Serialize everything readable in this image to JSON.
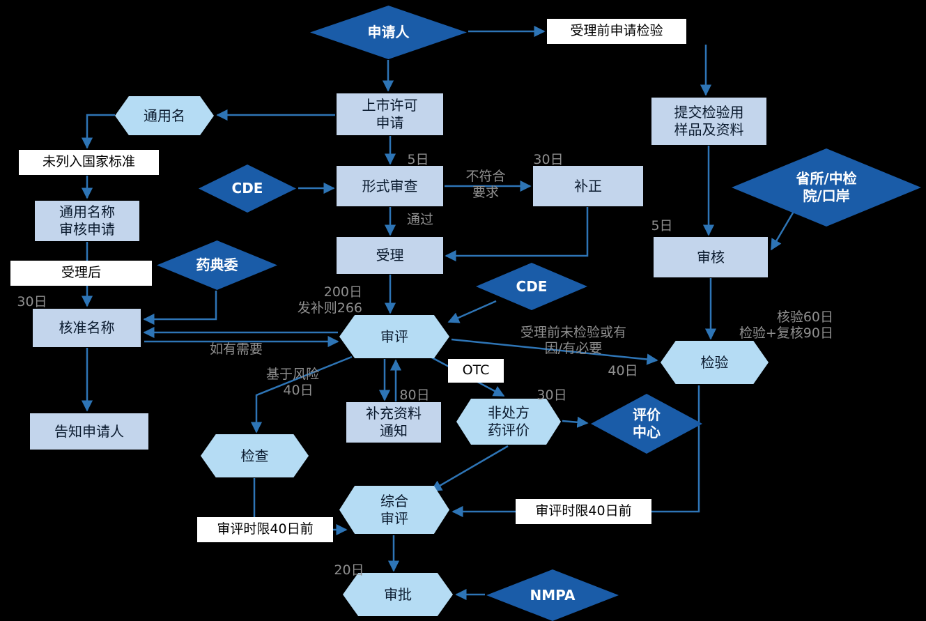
{
  "colors": {
    "background": "#000000",
    "dark_shape": "#1A5CA8",
    "light_rect": "#C3D5EC",
    "light_hex": "#B5DCF4",
    "white_box": "#FFFFFF",
    "arrow": "#2E75B6",
    "gray_label": "#8F8F8F"
  },
  "nodes": {
    "applicant": "申请人",
    "pre_acceptance_inspection": "受理前申请检验",
    "marketing_authorization_application": "上市许可\n申请",
    "generic_name": "通用名",
    "not_listed_national_standard": "未列入国家标准",
    "generic_name_review_application": "通用名称\n审核申请",
    "after_acceptance": "受理后",
    "pharmacopoeia_committee": "药典委",
    "approved_name": "核准名称",
    "notify_applicant": "告知申请人",
    "cde_left": "CDE",
    "formal_review": "形式审查",
    "correction": "补正",
    "acceptance": "受理",
    "cde_mid": "CDE",
    "review": "审评",
    "submit_samples": "提交检验用\n样品及资料",
    "provincial_institute": "省所/中检\n院/口岸",
    "verification": "审核",
    "inspection_test": "检验",
    "otc": "OTC",
    "supplementary_notice": "补充资料\n通知",
    "otc_evaluation": "非处方\n药评价",
    "evaluation_center": "评价\n中心",
    "onsite_inspection": "检查",
    "comprehensive_review": "综合\n审评",
    "review_deadline_left": "审评时限40日前",
    "review_deadline_right": "审评时限40日前",
    "approval": "审批",
    "nmpa": "NMPA"
  },
  "labels": {
    "formal_review_days": "5日",
    "correction_days": "30日",
    "not_meet_requirements": "不符合\n要求",
    "pass": "通过",
    "review_days": "200日\n发补则266",
    "approved_name_days": "30日",
    "if_needed": "如有需要",
    "risk_based": "基于风险",
    "risk_days": "40日",
    "supplement_days": "80日",
    "otc_days": "30日",
    "no_pretest_reason": "受理前未检验或有\n因/有必要",
    "test_days": "40日",
    "verification_days": "5日",
    "test_duration": "核验60日\n检验+复核90日",
    "approval_days": "20日"
  }
}
